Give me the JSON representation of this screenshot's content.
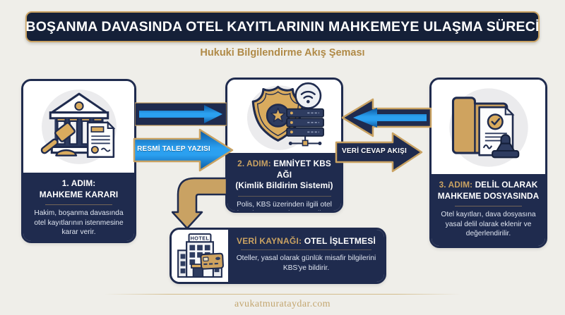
{
  "header": {
    "title": "BOŞANMA DAVASINDA OTEL KAYITLARININ MAHKEMEYE ULAŞMA SÜRECİ",
    "subtitle": "Hukuki Bilgilendirme Akış Şeması"
  },
  "steps": [
    {
      "step_label": "1. ADIM:",
      "title": "MAHKEME KARARI",
      "description": "Hakim, boşanma davasında otel kayıtlarının istenmesine karar verir.",
      "icon": "courthouse-gavel-document-icon"
    },
    {
      "step_label": "2. ADIM:",
      "title": "EMNİYET KBS AĞI",
      "title_note": "(Kimlik Bildirim Sistemi)",
      "description": "Polis, KBS üzerinden ilgili otel kayıtlarını sorgular ve verilere erişir.",
      "icon": "police-badge-network-server-icon"
    },
    {
      "step_label": "3. ADIM:",
      "title": "DELİL OLARAK",
      "title_line2": "MAHKEME DOSYASINDA",
      "description": "Otel kayıtları, dava dosyasına yasal delil olarak eklenir ve değerlendirilir.",
      "icon": "evidence-folder-stamp-icon"
    }
  ],
  "data_source": {
    "label": "VERİ KAYNAĞI:",
    "title": "OTEL İŞLETMESİ",
    "description": "Oteller, yasal olarak günlük misafir bilgilerini KBS'ye bildirir.",
    "icon": "hotel-building-credit-card-icon",
    "hotel_sign": "HOTEL"
  },
  "flows": {
    "request_label": "RESMİ TALEP YAZISI",
    "response_label": "VERİ CEVAP AKIŞI"
  },
  "footer": {
    "watermark": "avukatmurataydar.com"
  },
  "colors": {
    "background": "#efeee9",
    "navy": "#1f2b4e",
    "navy_dark": "#152038",
    "gold": "#c9a262",
    "gold_text": "#b08a47",
    "blue": "#1886e0",
    "white": "#ffffff"
  }
}
